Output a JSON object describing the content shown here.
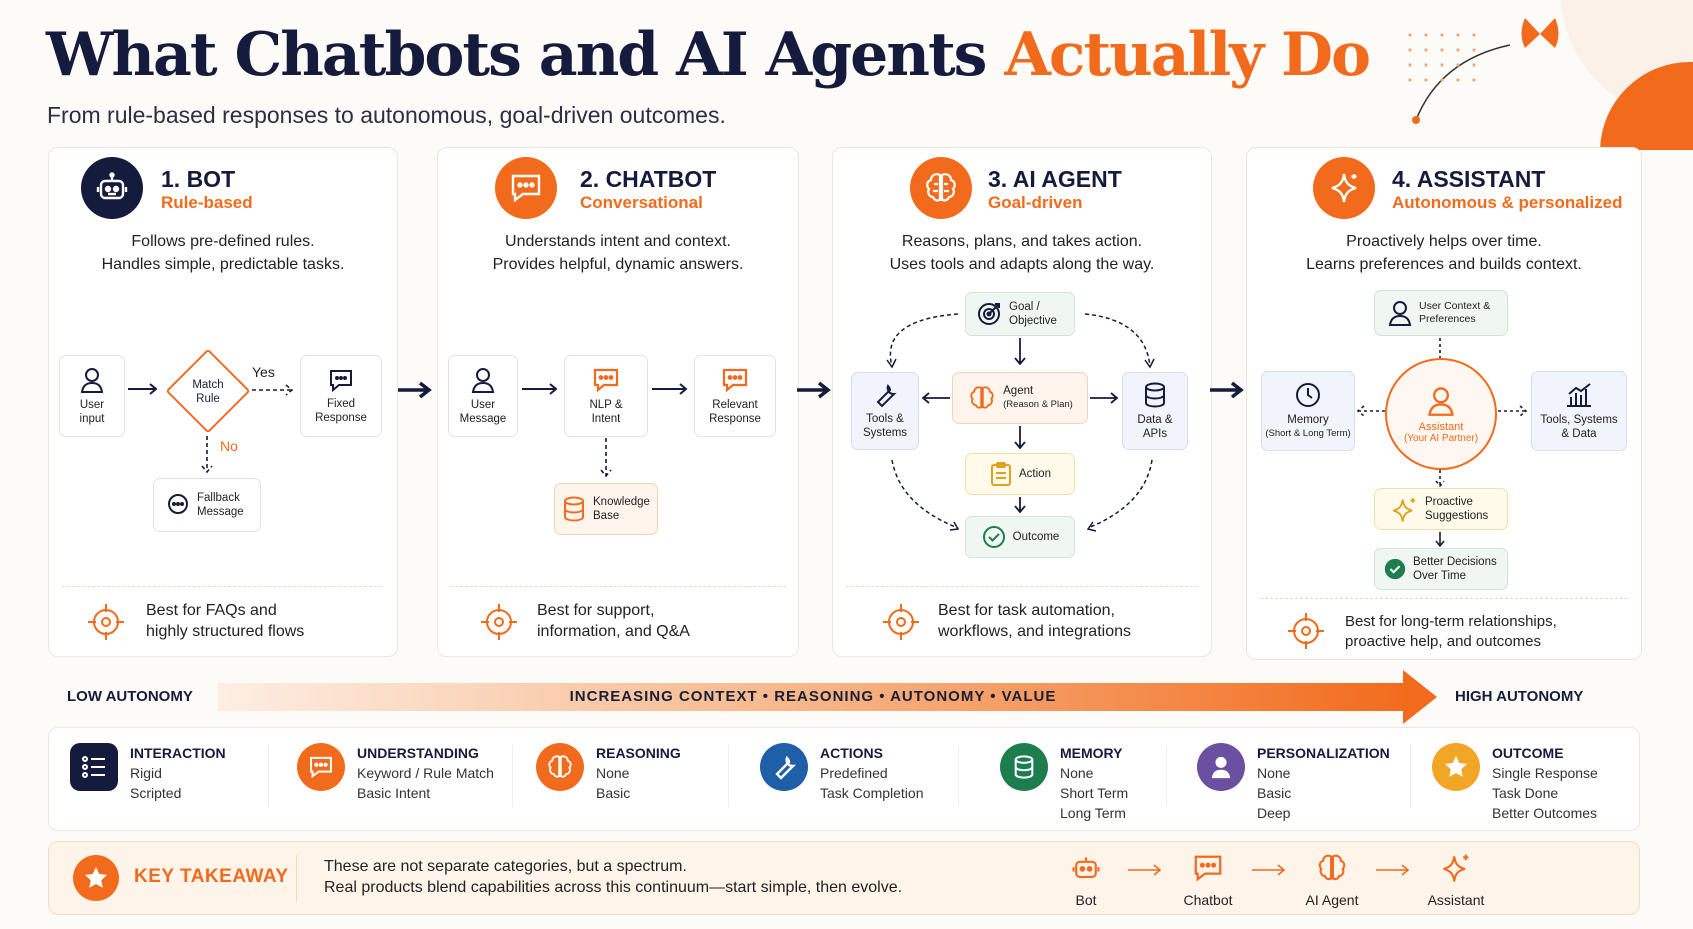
{
  "title": {
    "main": "What Chatbots and AI Agents",
    "accent": "Actually Do"
  },
  "subtitle": "From rule-based responses to autonomous, goal-driven outcomes.",
  "panels": [
    {
      "title": "1. BOT",
      "subtitle": "Rule-based",
      "desc1": "Follows pre-defined rules.",
      "desc2": "Handles simple, predictable tasks.",
      "nodes": {
        "user": "User input",
        "match": "Match Rule",
        "yes": "Yes",
        "no": "No",
        "fixed": "Fixed Response",
        "fallback": "Fallback Message"
      },
      "best1": "Best for FAQs and",
      "best2": "highly structured flows"
    },
    {
      "title": "2. CHATBOT",
      "subtitle": "Conversational",
      "desc1": "Understands intent and context.",
      "desc2": "Provides helpful, dynamic answers.",
      "nodes": {
        "user": "User Message",
        "nlp": "NLP & Intent",
        "relevant": "Relevant Response",
        "kb": "Knowledge Base"
      },
      "best1": "Best for support,",
      "best2": "information, and Q&A"
    },
    {
      "title": "3. AI AGENT",
      "subtitle": "Goal-driven",
      "desc1": "Reasons, plans, and takes action.",
      "desc2": "Uses tools and adapts along the way.",
      "nodes": {
        "goal": "Goal / Objective",
        "agent": "Agent",
        "agent_sub": "(Reason & Plan)",
        "tools": "Tools & Systems",
        "data": "Data & APIs",
        "action": "Action",
        "outcome": "Outcome"
      },
      "best1": "Best for task automation,",
      "best2": "workflows, and integrations"
    },
    {
      "title": "4. ASSISTANT",
      "subtitle": "Autonomous & personalized",
      "desc1": "Proactively helps over time.",
      "desc2": "Learns preferences and builds context.",
      "nodes": {
        "context": "User Context & Preferences",
        "memory": "Memory",
        "memory_sub": "(Short & Long Term)",
        "assistant": "Assistant",
        "assistant_sub": "(Your AI Partner)",
        "tools": "Tools, Systems & Data",
        "proactive": "Proactive Suggestions",
        "decisions": "Better Decisions Over Time"
      },
      "best1": "Best for long-term relationships,",
      "best2": "proactive help, and outcomes"
    }
  ],
  "scale": {
    "low": "LOW AUTONOMY",
    "middle": "INCREASING CONTEXT • REASONING • AUTONOMY • VALUE",
    "high": "HIGH AUTONOMY"
  },
  "categories": [
    {
      "head": "INTERACTION",
      "lines": [
        "Rigid",
        "Scripted"
      ],
      "color": "#151b3c"
    },
    {
      "head": "UNDERSTANDING",
      "lines": [
        "Keyword / Rule Match",
        "Basic Intent"
      ],
      "color": "#f26b1d"
    },
    {
      "head": "REASONING",
      "lines": [
        "None",
        "Basic"
      ],
      "color": "#f26b1d"
    },
    {
      "head": "ACTIONS",
      "lines": [
        "Predefined",
        "Task Completion"
      ],
      "color": "#1f5fa8"
    },
    {
      "head": "MEMORY",
      "lines": [
        "None",
        "Short Term",
        "Long Term"
      ],
      "color": "#1e7d4f"
    },
    {
      "head": "PERSONALIZATION",
      "lines": [
        "None",
        "Basic",
        "Deep"
      ],
      "color": "#6b4fa0"
    },
    {
      "head": "OUTCOME",
      "lines": [
        "Single Response",
        "Task Done",
        "Better Outcomes"
      ],
      "color": "#f2a627"
    }
  ],
  "takeaway": {
    "label": "KEY TAKEAWAY",
    "line1": "These are not separate categories, but a spectrum.",
    "line2": "Real products blend capabilities across this continuum—start simple, then evolve.",
    "flow": [
      "Bot",
      "Chatbot",
      "AI Agent",
      "Assistant"
    ]
  },
  "colors": {
    "accent": "#f26b1d",
    "navy": "#151b3c"
  }
}
